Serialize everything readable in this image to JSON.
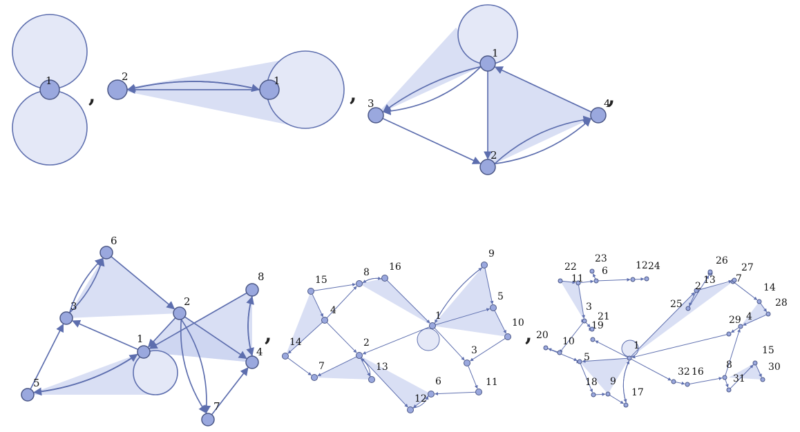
{
  "palette": {
    "node_fill": "#9aa8de",
    "node_stroke": "#4a5685",
    "edge": "#5d6eae",
    "face": "#c9d2f0",
    "loop_fill": "#e4e8f7"
  },
  "separator": ",",
  "graphs": [
    {
      "id": "g1",
      "nodes": [
        {
          "id": "1",
          "label": "1"
        }
      ]
    },
    {
      "id": "g2",
      "nodes": [
        {
          "id": "1",
          "label": "1"
        },
        {
          "id": "2",
          "label": "2"
        }
      ]
    },
    {
      "id": "g3",
      "nodes": [
        {
          "id": "1",
          "label": "1"
        },
        {
          "id": "2",
          "label": "2"
        },
        {
          "id": "3",
          "label": "3"
        },
        {
          "id": "4",
          "label": "4"
        }
      ]
    },
    {
      "id": "g4",
      "nodes": [
        {
          "id": "1",
          "label": "1"
        },
        {
          "id": "2",
          "label": "2"
        },
        {
          "id": "3",
          "label": "3"
        },
        {
          "id": "4",
          "label": "4"
        },
        {
          "id": "5",
          "label": "5"
        },
        {
          "id": "6",
          "label": "6"
        },
        {
          "id": "7",
          "label": "7"
        },
        {
          "id": "8",
          "label": "8"
        }
      ]
    },
    {
      "id": "g5",
      "nodes": [
        {
          "id": "1",
          "label": "1"
        },
        {
          "id": "2",
          "label": "2"
        },
        {
          "id": "3",
          "label": "3"
        },
        {
          "id": "4",
          "label": "4"
        },
        {
          "id": "5",
          "label": "5"
        },
        {
          "id": "6",
          "label": "6"
        },
        {
          "id": "7",
          "label": "7"
        },
        {
          "id": "8",
          "label": "8"
        },
        {
          "id": "9",
          "label": "9"
        },
        {
          "id": "10",
          "label": "10"
        },
        {
          "id": "11",
          "label": "11"
        },
        {
          "id": "12",
          "label": "12"
        },
        {
          "id": "13",
          "label": "13"
        },
        {
          "id": "14",
          "label": "14"
        },
        {
          "id": "15",
          "label": "15"
        },
        {
          "id": "16",
          "label": "16"
        }
      ]
    },
    {
      "id": "g6",
      "nodes": [
        {
          "id": "1",
          "label": "1"
        },
        {
          "id": "2",
          "label": "2"
        },
        {
          "id": "3",
          "label": "3"
        },
        {
          "id": "4",
          "label": "4"
        },
        {
          "id": "5",
          "label": "5"
        },
        {
          "id": "6",
          "label": "6"
        },
        {
          "id": "7",
          "label": "7"
        },
        {
          "id": "8",
          "label": "8"
        },
        {
          "id": "9",
          "label": "9"
        },
        {
          "id": "10",
          "label": "10"
        },
        {
          "id": "11",
          "label": "11"
        },
        {
          "id": "12",
          "label": "12"
        },
        {
          "id": "13",
          "label": "13"
        },
        {
          "id": "14",
          "label": "14"
        },
        {
          "id": "15",
          "label": "15"
        },
        {
          "id": "16",
          "label": "16"
        },
        {
          "id": "17",
          "label": "17"
        },
        {
          "id": "18",
          "label": "18"
        },
        {
          "id": "19",
          "label": "19"
        },
        {
          "id": "20",
          "label": "20"
        },
        {
          "id": "21",
          "label": "21"
        },
        {
          "id": "22",
          "label": "22"
        },
        {
          "id": "23",
          "label": "23"
        },
        {
          "id": "24",
          "label": "24"
        },
        {
          "id": "25",
          "label": "25"
        },
        {
          "id": "26",
          "label": "26"
        },
        {
          "id": "27",
          "label": "27"
        },
        {
          "id": "28",
          "label": "28"
        },
        {
          "id": "29",
          "label": "29"
        },
        {
          "id": "30",
          "label": "30"
        },
        {
          "id": "31",
          "label": "31"
        },
        {
          "id": "32",
          "label": "32"
        }
      ]
    }
  ]
}
